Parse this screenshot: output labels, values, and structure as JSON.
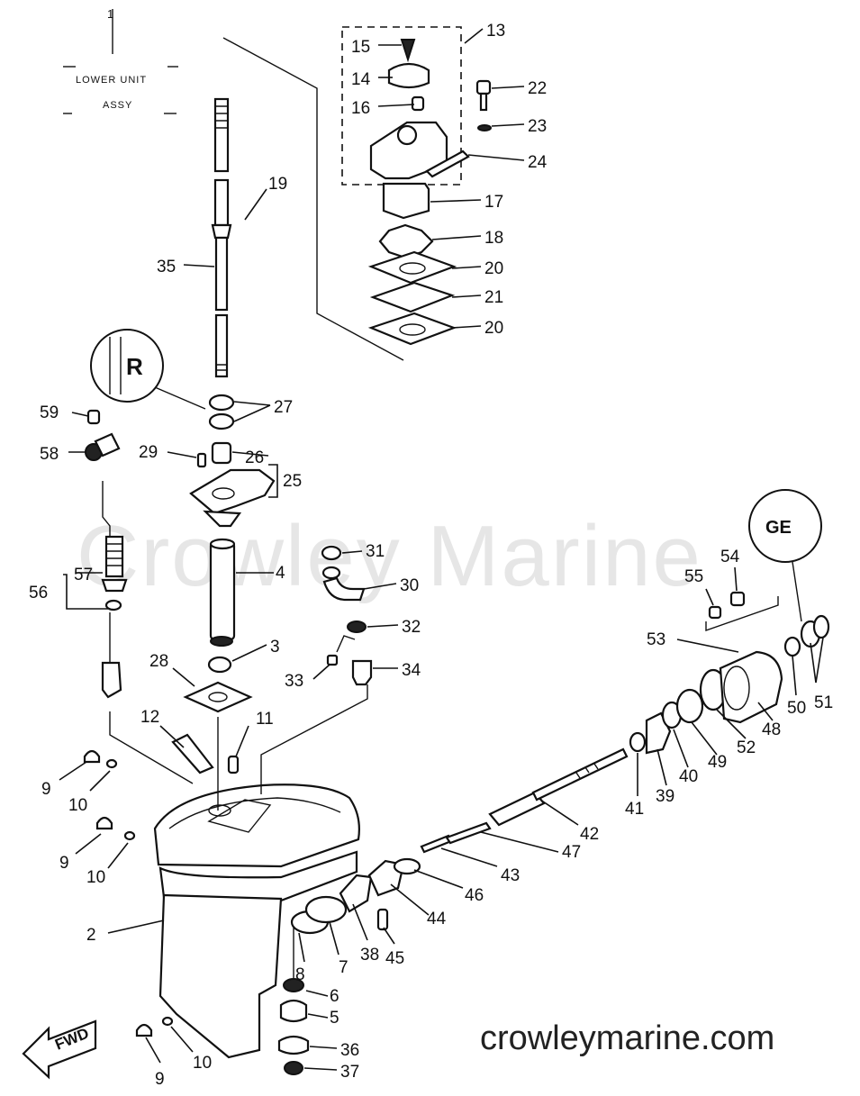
{
  "watermark": "Crowley Marine",
  "footer": "crowleymarine.com",
  "inset_title_line1": "LOWER UNIT",
  "inset_title_line2": "ASSY",
  "assy_number": "1",
  "callout_top": "R",
  "callout_bottom": "GE",
  "fwd_label": "FWD",
  "labels": {
    "p2": "2",
    "p3": "3",
    "p4": "4",
    "p5": "5",
    "p6": "6",
    "p7": "7",
    "p8": "8",
    "p9a": "9",
    "p9b": "9",
    "p9c": "9",
    "p10a": "10",
    "p10b": "10",
    "p10c": "10",
    "p11": "11",
    "p12": "12",
    "p13": "13",
    "p14": "14",
    "p15": "15",
    "p16": "16",
    "p17": "17",
    "p18": "18",
    "p19": "19",
    "p20a": "20",
    "p20b": "20",
    "p21": "21",
    "p22": "22",
    "p23": "23",
    "p24": "24",
    "p25": "25",
    "p26": "26",
    "p27": "27",
    "p28": "28",
    "p29": "29",
    "p30": "30",
    "p31": "31",
    "p32": "32",
    "p33": "33",
    "p34": "34",
    "p35": "35",
    "p36": "36",
    "p37": "37",
    "p38": "38",
    "p39": "39",
    "p40": "40",
    "p41": "41",
    "p42": "42",
    "p43": "43",
    "p44": "44",
    "p45": "45",
    "p46": "46",
    "p47": "47",
    "p48": "48",
    "p49": "49",
    "p50": "50",
    "p51": "51",
    "p52": "52",
    "p53": "53",
    "p54": "54",
    "p55": "55",
    "p56": "56",
    "p57": "57",
    "p58": "58",
    "p59": "59"
  }
}
